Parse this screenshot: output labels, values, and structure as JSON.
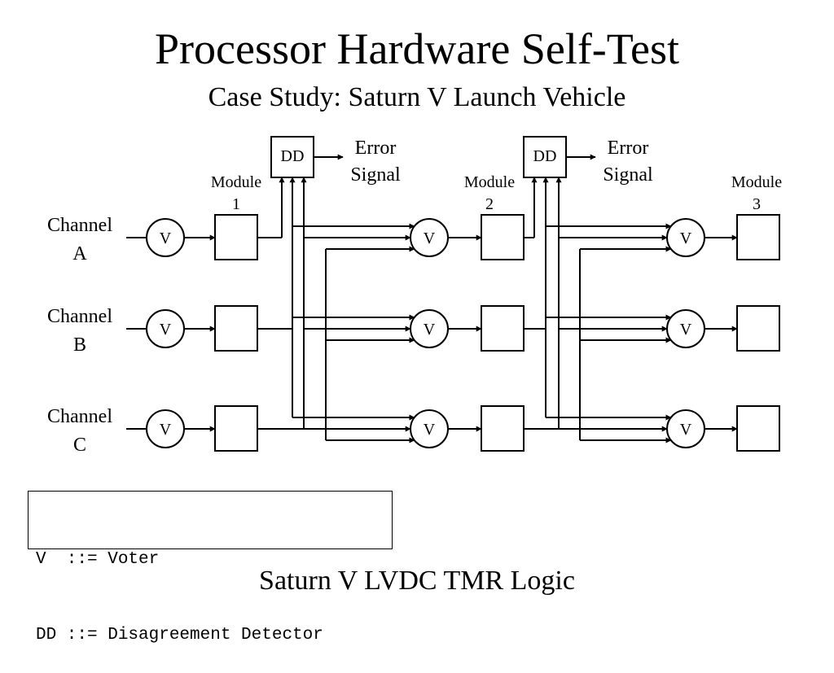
{
  "slide": {
    "title": "Processor Hardware Self-Test",
    "subtitle": "Case Study: Saturn V Launch Vehicle",
    "caption": "Saturn V LVDC TMR Logic"
  },
  "diagram": {
    "channels": [
      {
        "line1": "Channel",
        "line2": "A"
      },
      {
        "line1": "Channel",
        "line2": "B"
      },
      {
        "line1": "Channel",
        "line2": "C"
      }
    ],
    "modules": [
      {
        "line1": "Module",
        "line2": "1"
      },
      {
        "line1": "Module",
        "line2": "2"
      },
      {
        "line1": "Module",
        "line2": "3"
      }
    ],
    "voter_label": "V",
    "detector_label": "DD",
    "error_signal": {
      "line1": "Error",
      "line2": "Signal"
    }
  },
  "legend": {
    "lines": [
      "V  ::= Voter",
      "DD ::= Disagreement Detector"
    ]
  }
}
